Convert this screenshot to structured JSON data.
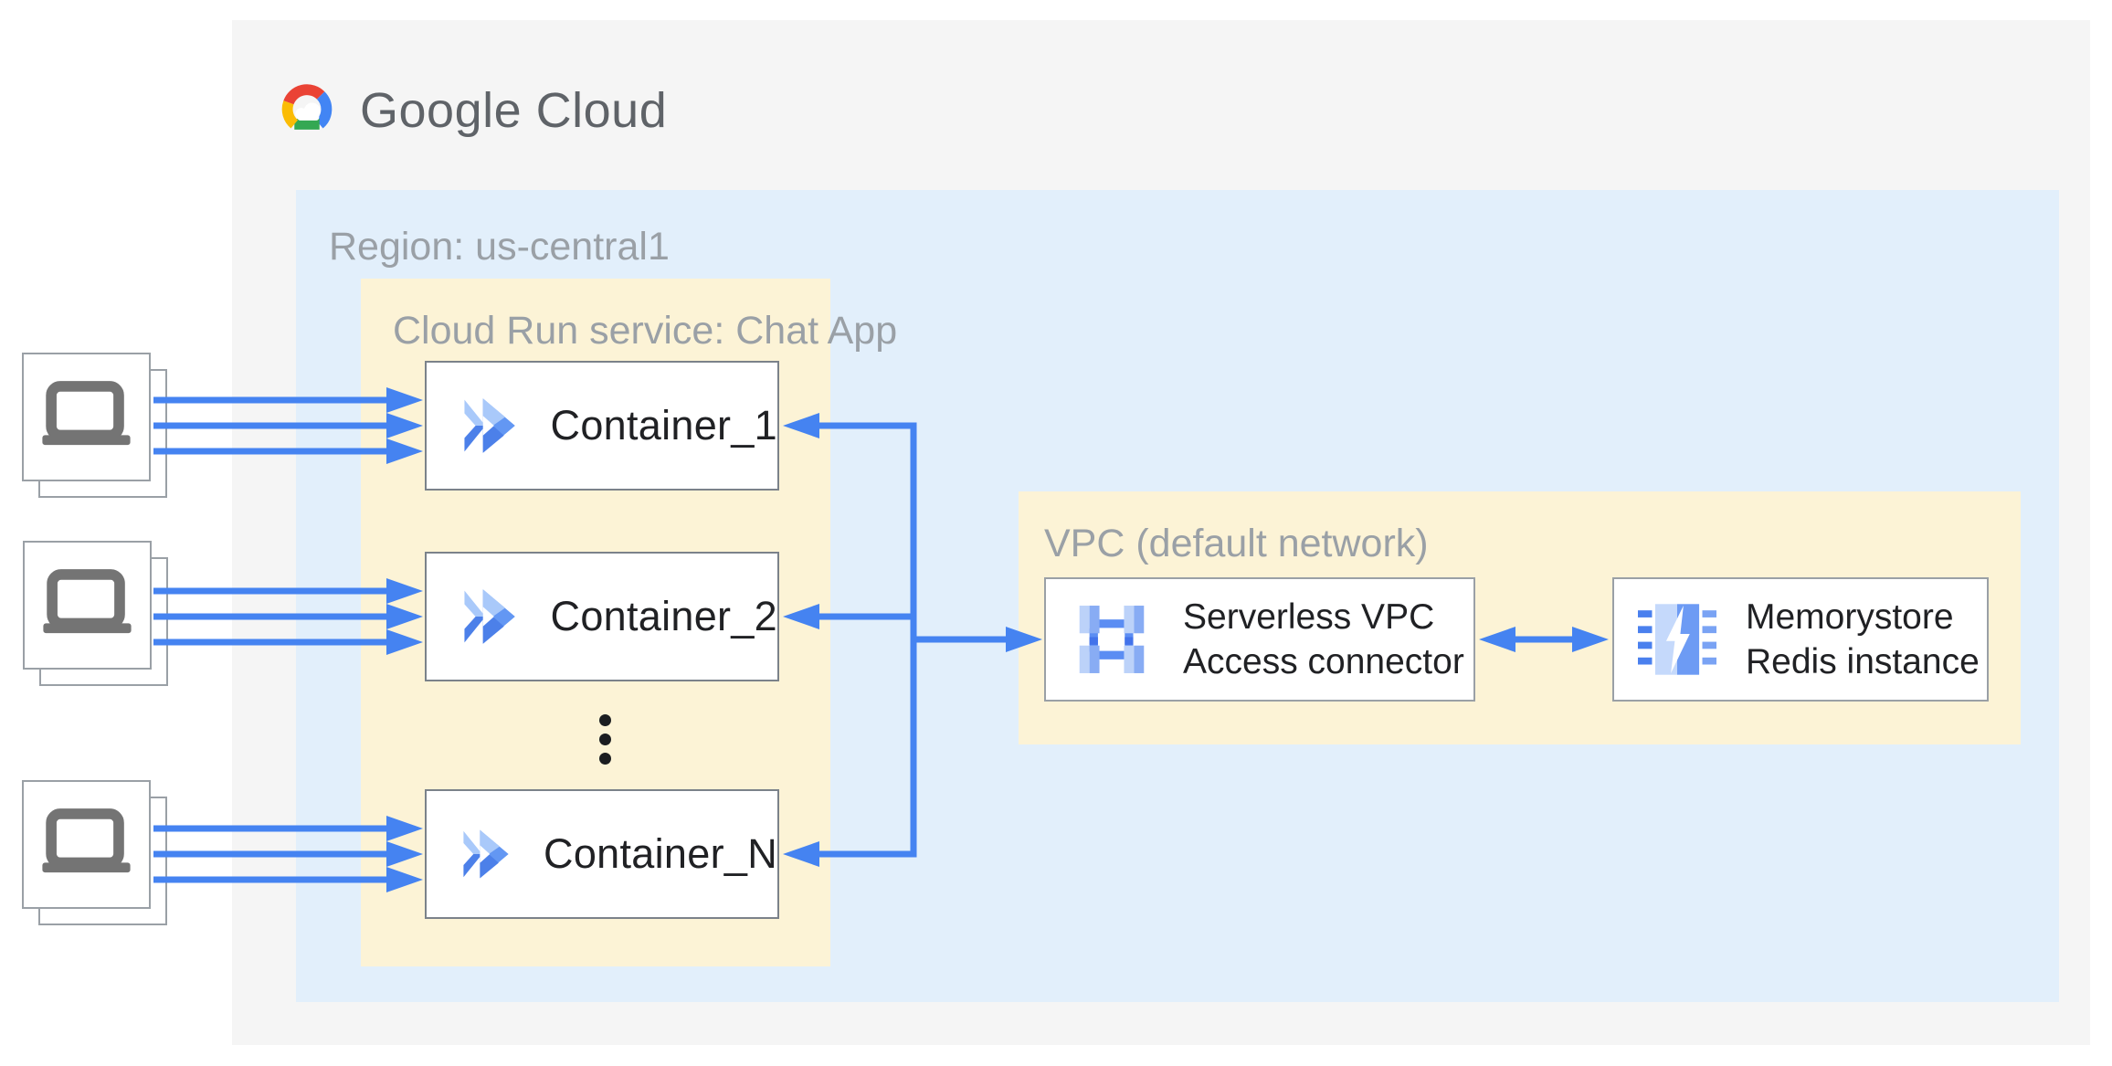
{
  "logo": {
    "text": "Google Cloud"
  },
  "region": {
    "label": "Region: us-central1"
  },
  "cloud_run": {
    "label": "Cloud Run service: Chat App",
    "containers": [
      {
        "label": "Container_1"
      },
      {
        "label": "Container_2"
      },
      {
        "label": "Container_N"
      }
    ],
    "ellipsis": "more containers"
  },
  "vpc": {
    "label": "VPC (default network)",
    "connector": {
      "line1": "Serverless VPC",
      "line2": "Access connector"
    },
    "memorystore": {
      "line1": "Memorystore",
      "line2": "Redis instance"
    }
  },
  "clients": {
    "count": 3,
    "icon": "laptop"
  },
  "colors": {
    "panel": "#f5f5f5",
    "region_fill": "#e2effb",
    "zone_fill": "#fcf3d6",
    "arrow": "#4583f1",
    "label_text": "#9aa0a6",
    "node_text": "#202124",
    "logo_text": "#5f6368",
    "logo_red": "#ea4335",
    "logo_blue": "#4285f4",
    "logo_green": "#34a853",
    "logo_yellow": "#fbbc05",
    "icon_light_blue": "#a9c9fa",
    "icon_mid_blue": "#6397f3",
    "icon_dark_blue": "#4c80e9"
  }
}
